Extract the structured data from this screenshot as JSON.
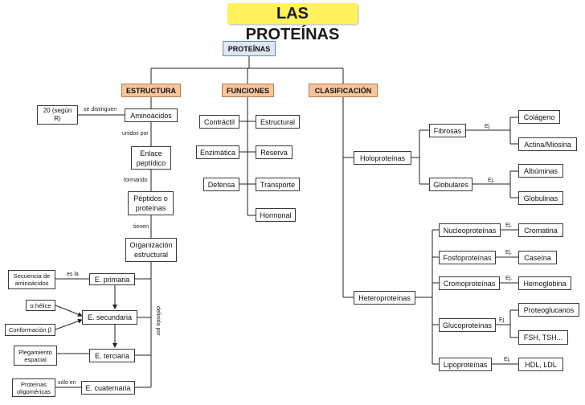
{
  "title": "LAS PROTEÍNAS",
  "root": "PROTEÍNAS",
  "categories": {
    "estructura": "ESTRUCTURA",
    "funciones": "FUNCIONES",
    "clasificacion": "CLASIFICACIÓN"
  },
  "estructura": {
    "veinte": "20 (según R)",
    "aminoacidos": "Aminoácidos",
    "enlace": "Enlace peptídico",
    "peptidos": "Péptidos o proteínas",
    "organizacion": "Organización estructural",
    "primaria": "E. primaria",
    "secundaria": "E. secundaria",
    "terciaria": "E. terciaria",
    "cuaternaria": "E. cuaternaria",
    "secuencia": "Secuencia de aminoácidos",
    "alfa": "α hélice",
    "beta": "Conformación β",
    "plegamiento": "Plegamiento espacial",
    "oligomericas": "Proteínas oligoméricas"
  },
  "estructura_labels": {
    "se_distinguen": "se distinguen",
    "unidos_por": "unidos por",
    "formando": "formando",
    "tienen": "tienen",
    "es_la": "es la",
    "solo_en": "sólo en",
    "definida_por": "definida por"
  },
  "funciones": {
    "contractil": "Contráctil",
    "enzimatica": "Enzimática",
    "defensa": "Defensa",
    "estructural": "Estructural",
    "reserva": "Reserva",
    "transporte": "Transporte",
    "hormonal": "Hormonal"
  },
  "clasificacion": {
    "holoproteinas": "Holoproteínas",
    "heteroproteinas": "Heteroproteínas",
    "fibrosas": "Fibrosas",
    "globulares": "Globulares",
    "colageno": "Colágeno",
    "actina": "Actina/Miosina",
    "albuminas": "Albúminas",
    "globulinas": "Globulinas",
    "nucleoproteinas": "Nucleoproteínas",
    "fosfoproteinas": "Fosfoproteínas",
    "cromoproteinas": "Cromoproteínas",
    "glucoproteinas": "Glucoproteínas",
    "lipoproteinas": "Lipoproteínas",
    "cromatina": "Cromatina",
    "caseina": "Caseína",
    "hemoglobina": "Hemoglobina",
    "proteoglucanos": "Proteoglucanos",
    "fsh": "FSH, TSH...",
    "hdl": "HDL, LDL",
    "ej": "Ej.",
    "ej_nodot": "Ej"
  }
}
